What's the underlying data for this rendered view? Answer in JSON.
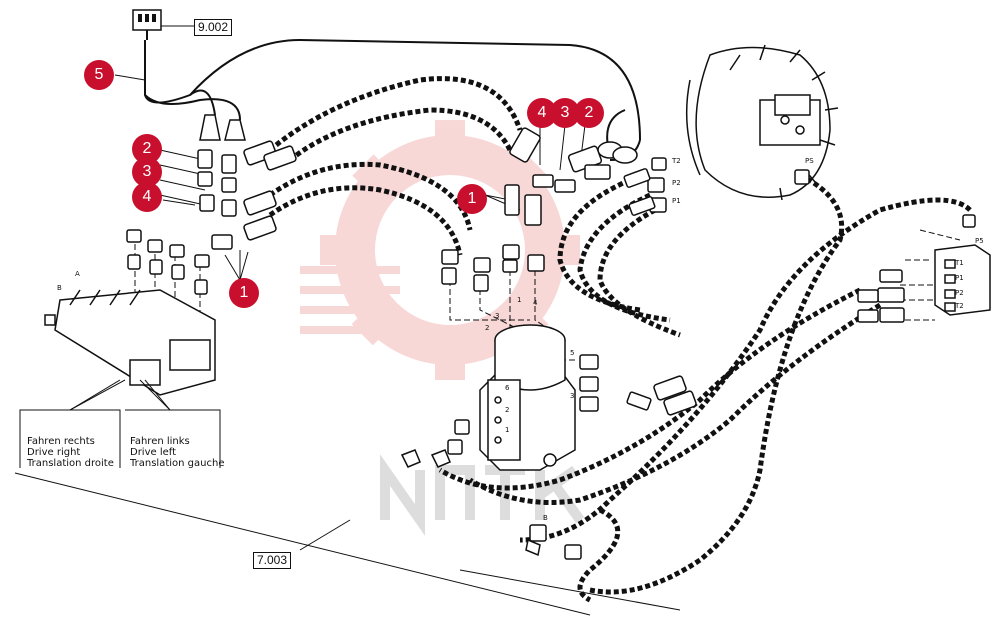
{
  "references": {
    "connector_ref": "9.002",
    "control_valve_ref": "7.003"
  },
  "callouts": {
    "harness": "5",
    "left_group": [
      "2",
      "3",
      "4",
      "1"
    ],
    "right_group": [
      "4",
      "3",
      "2",
      "1"
    ]
  },
  "legend": {
    "right_lines": [
      "Fahren rechts",
      "Drive right",
      "Translation droite"
    ],
    "left_lines": [
      "Fahren links",
      "Drive left",
      "Translation gauche"
    ]
  },
  "port_labels": {
    "valve_a": "A",
    "valve_b": "B",
    "swivel": [
      "2",
      "3",
      "1",
      "4",
      "5",
      "3",
      "6",
      "2",
      "1"
    ],
    "motor": [
      "T2",
      "P2",
      "P1",
      "PS"
    ],
    "right_block": [
      "P5",
      "T1",
      "P1",
      "P2",
      "T2"
    ]
  },
  "colors": {
    "callout": "#c8102e",
    "line": "#111111",
    "watermark": "#f4b8b8"
  },
  "icons": {
    "connector": "electrical-connector-icon",
    "watermark": "gear-watermark-icon"
  }
}
